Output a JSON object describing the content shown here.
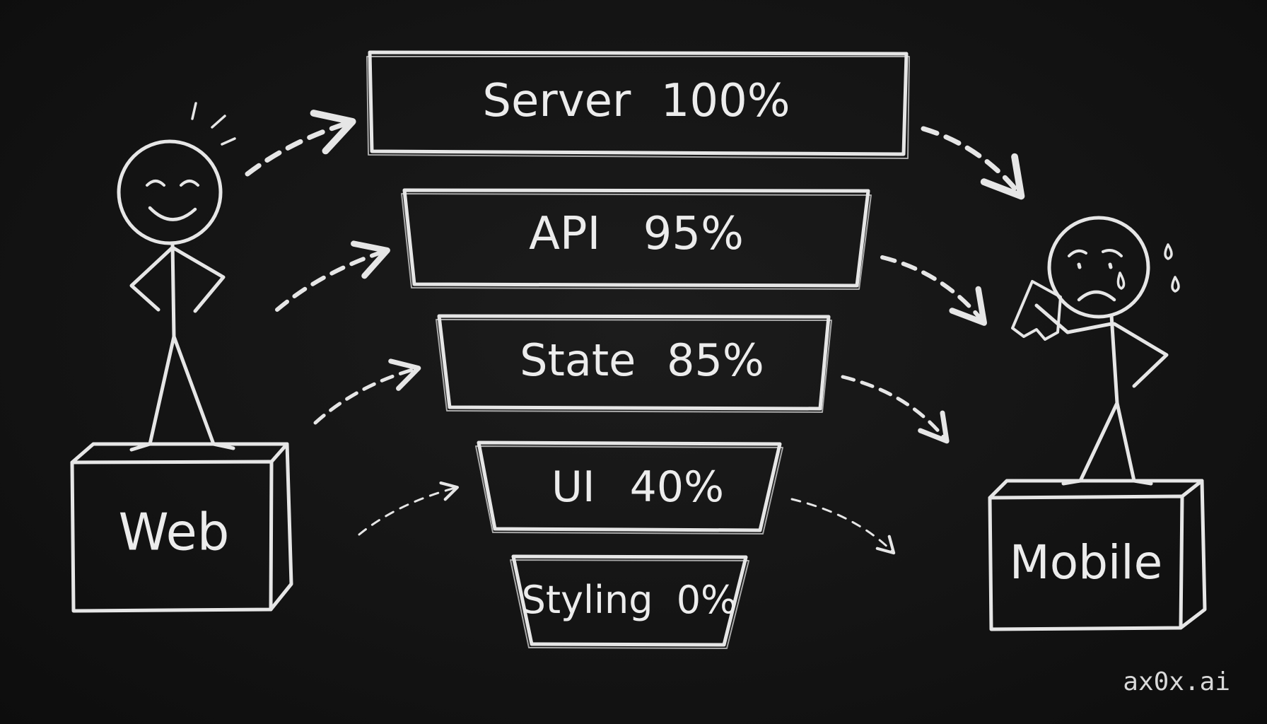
{
  "layers": [
    {
      "name": "Server",
      "percent": "100%"
    },
    {
      "name": "API",
      "percent": "95%"
    },
    {
      "name": "State",
      "percent": "85%"
    },
    {
      "name": "UI",
      "percent": "40%"
    },
    {
      "name": "Styling",
      "percent": "0%"
    }
  ],
  "platforms": {
    "source": "Web",
    "target": "Mobile"
  },
  "watermark": "ax0x.ai",
  "colors": {
    "background": "#121212",
    "chalk": "#e6e6e6"
  }
}
